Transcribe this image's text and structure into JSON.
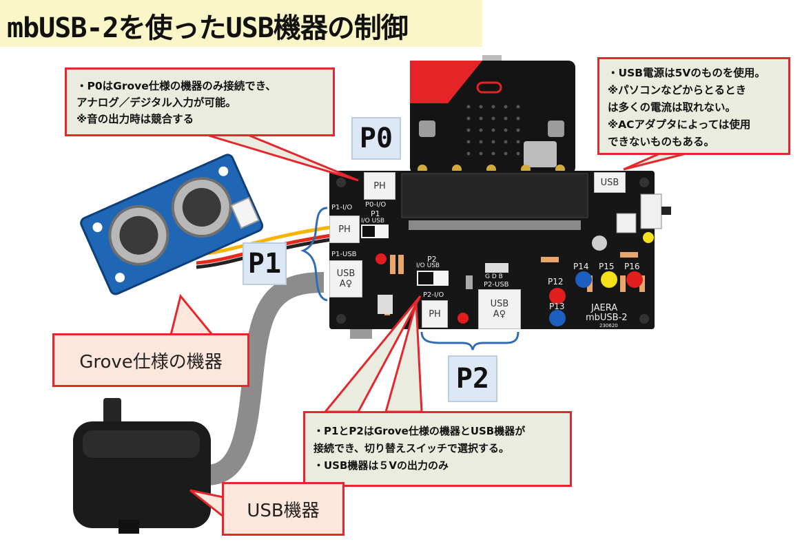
{
  "title": "mbUSB-2を使ったUSB機器の制御",
  "callouts": {
    "p0_note": {
      "lines": [
        "・P0はGrove仕様の機器のみ接続でき、",
        "アナログ／デジタル入力が可能。",
        "※音の出力時は競合する"
      ]
    },
    "usb_power_note": {
      "lines": [
        "・USB電源は5Vのものを使用。",
        "※パソコンなどからとるとき",
        "は多くの電流は取れない。",
        "※ACアダプタによっては使用",
        "できないものもある。"
      ]
    },
    "p1p2_note": {
      "lines": [
        "・P1とP2はGrove仕様の機器とUSB機器が",
        "接続でき、切り替えスイッチで選択する。",
        "・USB機器は５Vの出力のみ"
      ]
    }
  },
  "labels": {
    "grove_device": "Grove仕様の機器",
    "usb_device": "USB機器"
  },
  "port_labels": {
    "p0": "P0",
    "p1": "P1",
    "p2": "P2"
  },
  "board": {
    "silk_p0_io": "P0-I/O",
    "silk_p1_io": "P1-I/O",
    "silk_p1_usb": "P1-USB",
    "silk_p2_io": "P2-I/O",
    "silk_p2_usb": "P2-USB",
    "silk_p1_switch": "P1",
    "silk_p1_switch_sub": "I/O  USB",
    "silk_p2_switch": "P2",
    "silk_p2_switch_sub": "I/O  USB",
    "ph": "PH",
    "usb_a": "USB A♀",
    "usb_power": "USB",
    "p12": "P12",
    "p13": "P13",
    "p14": "P14",
    "p15": "P15",
    "p16": "P16",
    "brand": "JAERA",
    "model": "mbUSB-2",
    "date_code": "230620",
    "gdb": "G D B"
  },
  "colors": {
    "title_bg": "#fbf6c8",
    "callout_bg": "#e9ecde",
    "callout_border": "#e4262d",
    "label_bg": "#fde6dc",
    "port_label_bg": "#dde8f6",
    "cable_gray": "#8c8c8c",
    "sensor_blue": "#1f66b5",
    "microbit_red": "#e52427",
    "led_blue": "#1c5fbf",
    "led_yellow": "#f5e11a",
    "led_red": "#e21d1d"
  }
}
